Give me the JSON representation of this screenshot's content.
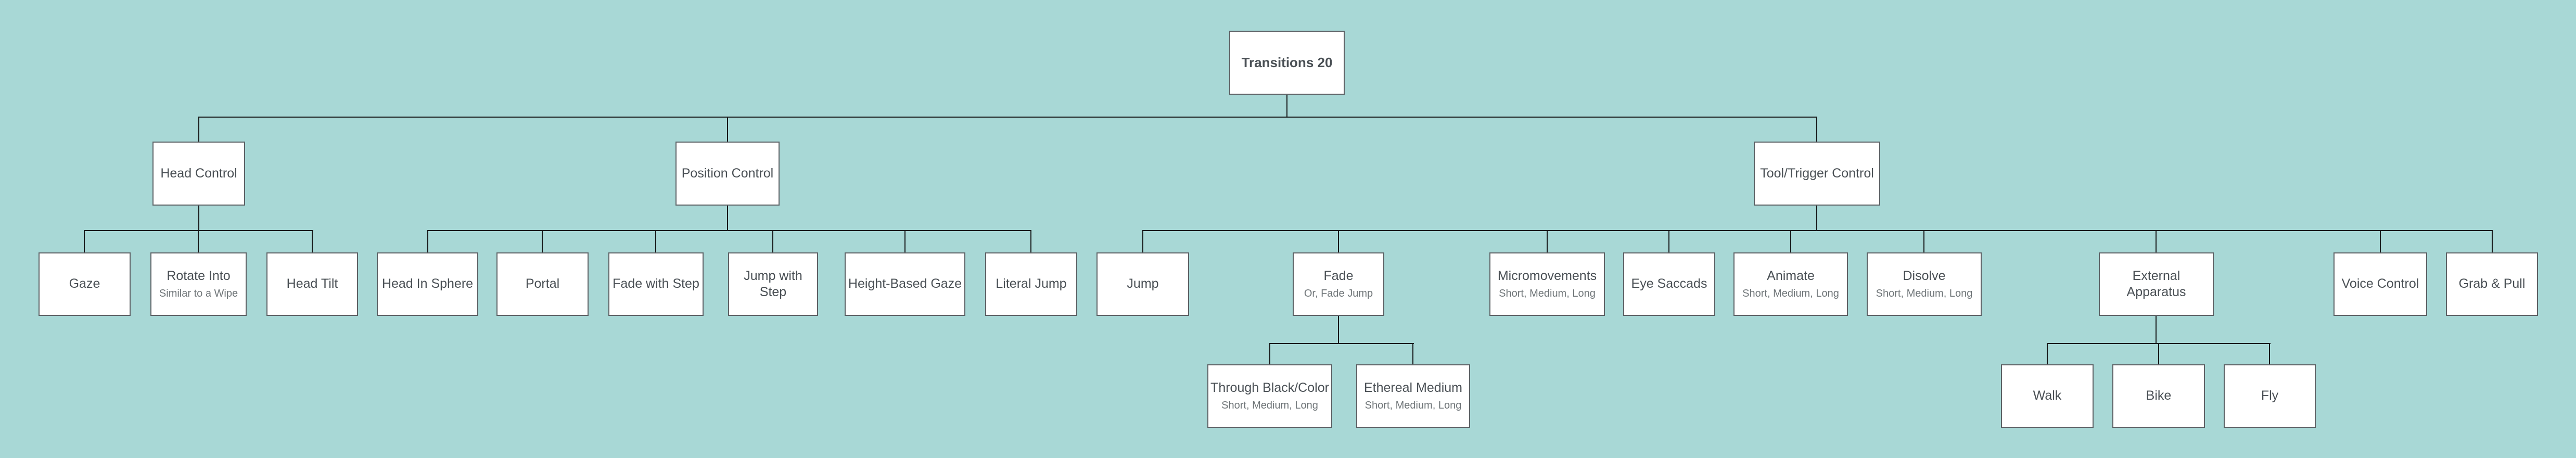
{
  "diagram": {
    "type": "tree",
    "title": "Transitions 20",
    "colors": {
      "background": "#a8d8d6",
      "node_fill": "#ffffff",
      "node_border": "#5d6165",
      "connector": "#17191a",
      "label_text": "#4a5055",
      "sublabel_text": "#6e7477"
    },
    "nodes": {
      "root": {
        "label": "Transitions 20",
        "children": [
          "head_control",
          "position_control",
          "tool_trigger_control"
        ]
      },
      "head_control": {
        "label": "Head Control",
        "children": [
          "gaze",
          "rotate_into",
          "head_tilt"
        ]
      },
      "position_control": {
        "label": "Position Control",
        "children": [
          "head_in_sphere",
          "portal",
          "fade_with_step",
          "jump_with_step",
          "height_based_gaze",
          "literal_jump"
        ]
      },
      "tool_trigger_control": {
        "label": "Tool/Trigger Control",
        "children": [
          "jump",
          "fade",
          "micromovements",
          "eye_saccads",
          "animate",
          "disolve",
          "external_apparatus",
          "voice_control",
          "grab_pull"
        ]
      },
      "gaze": {
        "label": "Gaze"
      },
      "rotate_into": {
        "label": "Rotate Into",
        "sublabel": "Similar to a Wipe"
      },
      "head_tilt": {
        "label": "Head Tilt"
      },
      "head_in_sphere": {
        "label": "Head In Sphere"
      },
      "portal": {
        "label": "Portal"
      },
      "fade_with_step": {
        "label": "Fade with Step"
      },
      "jump_with_step": {
        "label": "Jump with Step"
      },
      "height_based_gaze": {
        "label": "Height-Based Gaze"
      },
      "literal_jump": {
        "label": "Literal Jump"
      },
      "jump": {
        "label": "Jump"
      },
      "fade": {
        "label": "Fade",
        "sublabel": "Or, Fade Jump",
        "children": [
          "through_black_color",
          "ethereal_medium"
        ]
      },
      "micromovements": {
        "label": "Micromovements",
        "sublabel": "Short, Medium, Long"
      },
      "eye_saccads": {
        "label": "Eye Saccads"
      },
      "animate": {
        "label": "Animate",
        "sublabel": "Short, Medium, Long"
      },
      "disolve": {
        "label": "Disolve",
        "sublabel": "Short, Medium, Long"
      },
      "external_apparatus": {
        "label": "External Apparatus",
        "children": [
          "walk",
          "bike",
          "fly"
        ]
      },
      "voice_control": {
        "label": "Voice Control"
      },
      "grab_pull": {
        "label": "Grab & Pull"
      },
      "through_black_color": {
        "label": "Through Black/Color",
        "sublabel": "Short, Medium, Long"
      },
      "ethereal_medium": {
        "label": "Ethereal Medium",
        "sublabel": "Short, Medium, Long"
      },
      "walk": {
        "label": "Walk"
      },
      "bike": {
        "label": "Bike"
      },
      "fly": {
        "label": "Fly"
      }
    }
  }
}
